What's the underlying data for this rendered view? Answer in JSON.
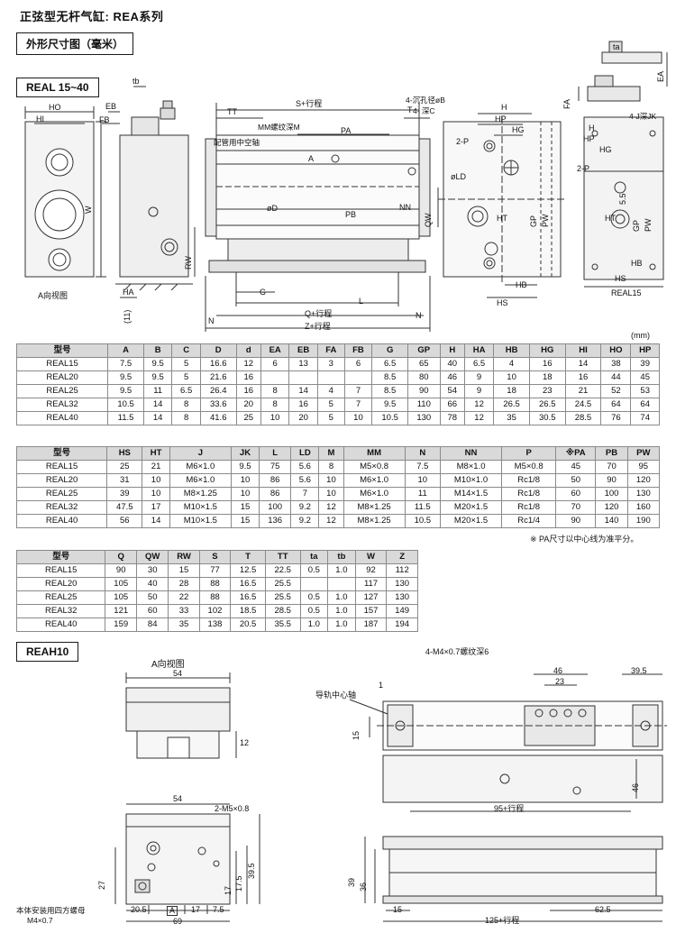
{
  "page": {
    "title": "正弦型无杆气缸: REA系列",
    "subtitle": "外形尺寸图（毫米）",
    "range_label": "REAL 15~40",
    "section2_label": "REAH10",
    "unit_note": "(mm)",
    "pa_note": "※ PA尺寸以中心线为准平分。"
  },
  "d1": {
    "ho": "HO",
    "hi": "HI",
    "w": "W",
    "caption_left": "A向视图",
    "eb": "EB",
    "fb": "FB",
    "tb": "tb",
    "ha": "HA",
    "rw": "RW",
    "eleven": "(11)",
    "tt": "TT",
    "s_stroke": "S+行程",
    "t": "T",
    "mm_note": "MM螺纹深M",
    "pa": "PA",
    "hollow_note": "配管用中空轴",
    "a_arrow": "A",
    "od": "øD",
    "pb": "PB",
    "nn": "NN",
    "g": "G",
    "l": "L",
    "q_stroke": "Q+行程",
    "z_stroke": "Z+行程",
    "n_left": "N",
    "n_right": "N",
    "counterbore_note": "4-沉孔径øB",
    "depth_note": "4- 深C",
    "h": "H",
    "hp": "HP",
    "hg": "HG",
    "two_p": "2-P",
    "old": "øLD",
    "qw": "QW",
    "ht": "HT",
    "gp": "GP",
    "pw": "PW",
    "hb": "HB",
    "hs": "HS",
    "ta": "ta",
    "ea": "EA",
    "fa": "FA",
    "jk_note": "4-J深JK",
    "h2": "H",
    "hp2": "HP",
    "hg2": "HG",
    "two_p2": "2-P",
    "five5": "5.5",
    "gp2": "GP",
    "pw2": "PW",
    "ht2": "HT",
    "hb2": "HB",
    "hs2": "HS",
    "caption_right": "REAL15"
  },
  "table1": {
    "headers": [
      "型号",
      "A",
      "B",
      "C",
      "D",
      "d",
      "EA",
      "EB",
      "FA",
      "FB",
      "G",
      "GP",
      "H",
      "HA",
      "HB",
      "HG",
      "HI",
      "HO",
      "HP"
    ],
    "rows": [
      [
        "REAL15",
        "7.5",
        "9.5",
        "5",
        "16.6",
        "12",
        "6",
        "13",
        "3",
        "6",
        "6.5",
        "65",
        "40",
        "6.5",
        "4",
        "16",
        "14",
        "38",
        "39"
      ],
      [
        "REAL20",
        "9.5",
        "9.5",
        "5",
        "21.6",
        "16",
        "",
        "",
        "",
        "",
        "8.5",
        "80",
        "46",
        "9",
        "10",
        "18",
        "16",
        "44",
        "45"
      ],
      [
        "REAL25",
        "9.5",
        "11",
        "6.5",
        "26.4",
        "16",
        "8",
        "14",
        "4",
        "7",
        "8.5",
        "90",
        "54",
        "9",
        "18",
        "23",
        "21",
        "52",
        "53"
      ],
      [
        "REAL32",
        "10.5",
        "14",
        "8",
        "33.6",
        "20",
        "8",
        "16",
        "5",
        "7",
        "9.5",
        "110",
        "66",
        "12",
        "26.5",
        "26.5",
        "24.5",
        "64",
        "64"
      ],
      [
        "REAL40",
        "11.5",
        "14",
        "8",
        "41.6",
        "25",
        "10",
        "20",
        "5",
        "10",
        "10.5",
        "130",
        "78",
        "12",
        "35",
        "30.5",
        "28.5",
        "76",
        "74"
      ]
    ]
  },
  "table2": {
    "headers": [
      "型号",
      "HS",
      "HT",
      "J",
      "JK",
      "L",
      "LD",
      "M",
      "MM",
      "N",
      "NN",
      "P",
      "※PA",
      "PB",
      "PW"
    ],
    "rows": [
      [
        "REAL15",
        "25",
        "21",
        "M6×1.0",
        "9.5",
        "75",
        "5.6",
        "8",
        "M5×0.8",
        "7.5",
        "M8×1.0",
        "M5×0.8",
        "45",
        "70",
        "95"
      ],
      [
        "REAL20",
        "31",
        "10",
        "M6×1.0",
        "10",
        "86",
        "5.6",
        "10",
        "M6×1.0",
        "10",
        "M10×1.0",
        "Rc1/8",
        "50",
        "90",
        "120"
      ],
      [
        "REAL25",
        "39",
        "10",
        "M8×1.25",
        "10",
        "86",
        "7",
        "10",
        "M6×1.0",
        "11",
        "M14×1.5",
        "Rc1/8",
        "60",
        "100",
        "130"
      ],
      [
        "REAL32",
        "47.5",
        "17",
        "M10×1.5",
        "15",
        "100",
        "9.2",
        "12",
        "M8×1.25",
        "11.5",
        "M20×1.5",
        "Rc1/8",
        "70",
        "120",
        "160"
      ],
      [
        "REAL40",
        "56",
        "14",
        "M10×1.5",
        "15",
        "136",
        "9.2",
        "12",
        "M8×1.25",
        "10.5",
        "M20×1.5",
        "Rc1/4",
        "90",
        "140",
        "190"
      ]
    ]
  },
  "table3": {
    "headers": [
      "型号",
      "Q",
      "QW",
      "RW",
      "S",
      "T",
      "TT",
      "ta",
      "tb",
      "W",
      "Z"
    ],
    "rows": [
      [
        "REAL15",
        "90",
        "30",
        "15",
        "77",
        "12.5",
        "22.5",
        "0.5",
        "1.0",
        "92",
        "112"
      ],
      [
        "REAL20",
        "105",
        "40",
        "28",
        "88",
        "16.5",
        "25.5",
        "",
        "",
        "117",
        "130"
      ],
      [
        "REAL25",
        "105",
        "50",
        "22",
        "88",
        "16.5",
        "25.5",
        "0.5",
        "1.0",
        "127",
        "130"
      ],
      [
        "REAL32",
        "121",
        "60",
        "33",
        "102",
        "18.5",
        "28.5",
        "0.5",
        "1.0",
        "157",
        "149"
      ],
      [
        "REAL40",
        "159",
        "84",
        "35",
        "138",
        "20.5",
        "35.5",
        "1.0",
        "1.0",
        "187",
        "194"
      ]
    ]
  },
  "d2": {
    "caption": "A向视图",
    "d54a": "54",
    "d12": "12",
    "d54b": "54",
    "m5": "2-M5×0.8",
    "d27": "27",
    "d39_5a": "39.5",
    "d17_5": "17.5",
    "d17a": "17",
    "nut_note1": "本体安装用四方螺母",
    "nut_note2": "M4×0.7",
    "d20_5": "20.5",
    "d17b": "17",
    "d7_5": "7.5",
    "d69": "69",
    "datum_a": "A",
    "m4_note": "4-M4×0.7螺纹深6",
    "d46a": "46",
    "d23": "23",
    "d39_5b": "39.5",
    "d1": "1",
    "rail_note": "导轨中心轴",
    "d15a": "15",
    "d46b": "46",
    "d95": "95+行程",
    "d39": "39",
    "d36": "36",
    "d15b": "15",
    "d125": "125+行程",
    "d62_5": "62.5"
  }
}
